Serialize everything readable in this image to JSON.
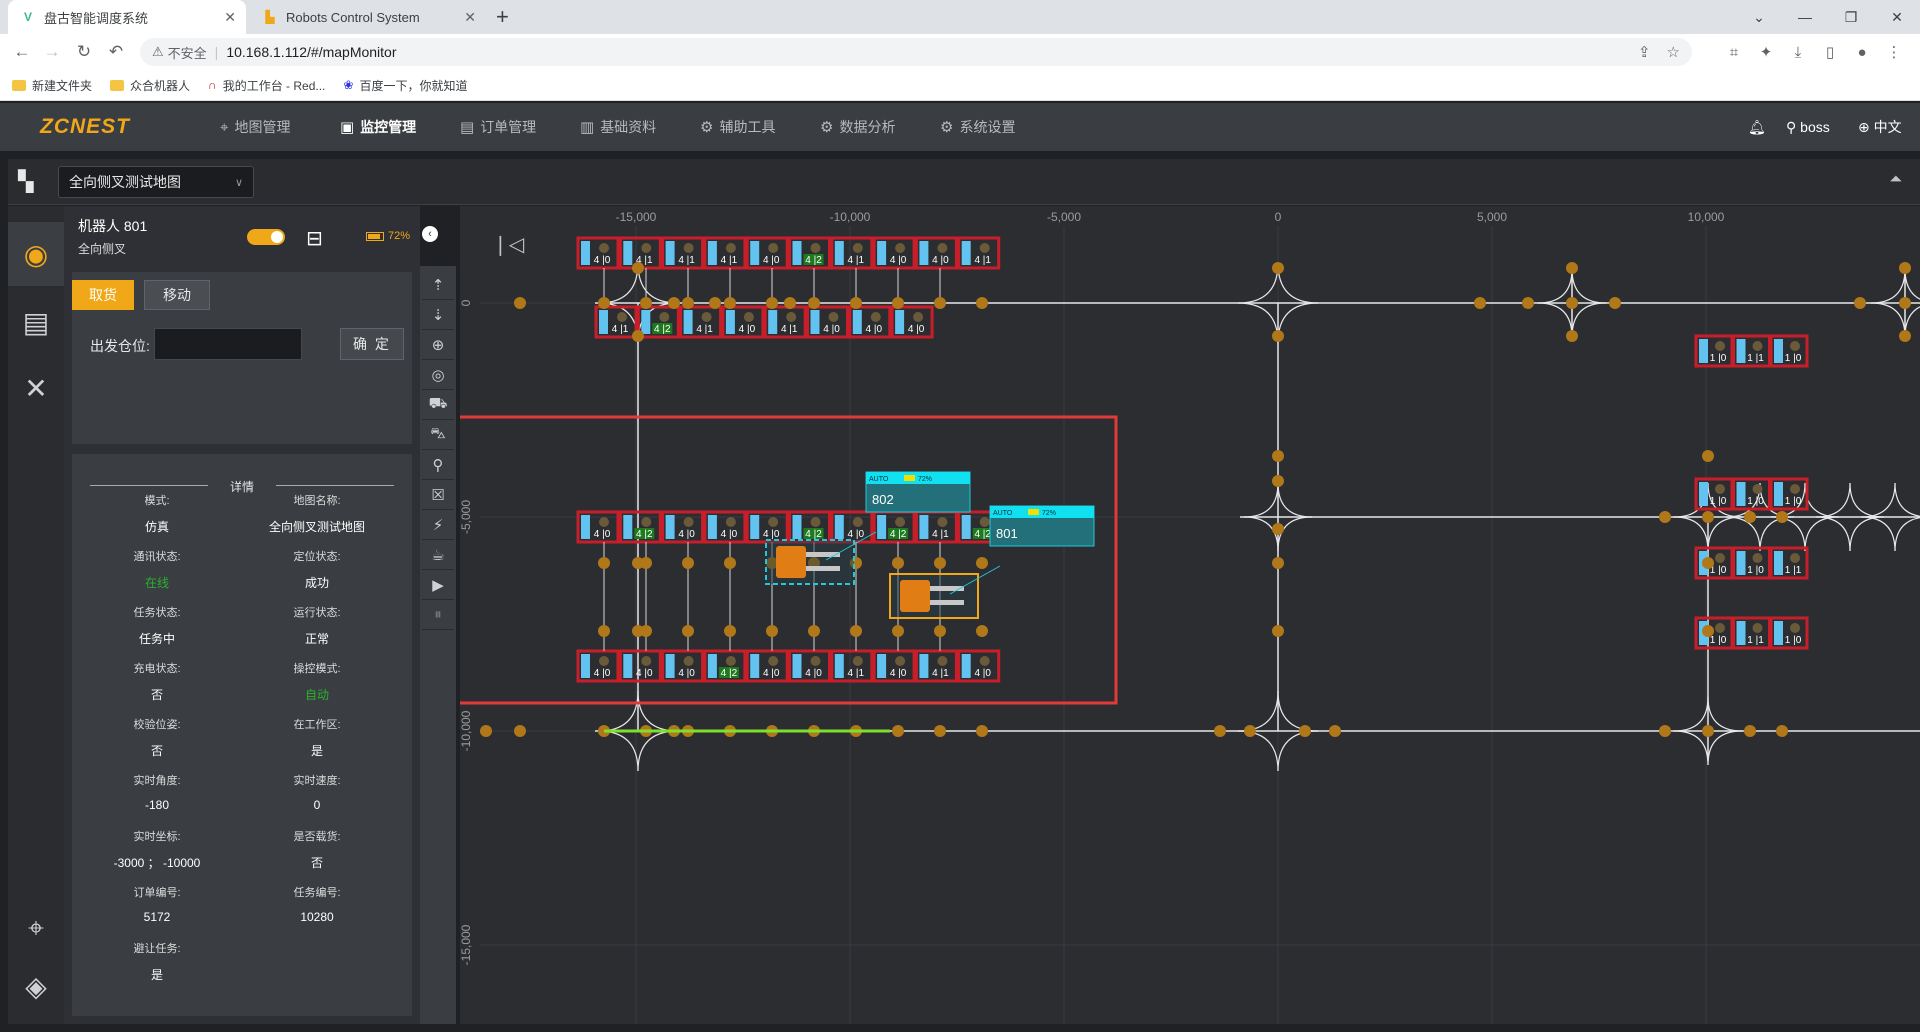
{
  "browser": {
    "tabs": [
      {
        "title": "盘古智能调度系统",
        "fav": "V",
        "active": true
      },
      {
        "title": "Robots Control System",
        "fav": "R",
        "active": false
      }
    ],
    "new_tab": "+",
    "url": "10.168.1.112/#/mapMonitor",
    "insecure_label": "不安全",
    "bookmarks": [
      "新建文件夹",
      "众合机器人",
      "我的工作台 - Red...",
      "百度一下，你就知道"
    ]
  },
  "app": {
    "logo": "ZCNEST",
    "nav": [
      {
        "label": "地图管理",
        "icon": "pin-icon",
        "glyph": "⌖"
      },
      {
        "label": "监控管理",
        "icon": "monitor-icon",
        "glyph": "▣",
        "active": true
      },
      {
        "label": "订单管理",
        "icon": "order-icon",
        "glyph": "▤"
      },
      {
        "label": "基础资料",
        "icon": "data-icon",
        "glyph": "▥"
      },
      {
        "label": "辅助工具",
        "icon": "gear-icon",
        "glyph": "⚙"
      },
      {
        "label": "数据分析",
        "icon": "gear-icon",
        "glyph": "⚙"
      },
      {
        "label": "系统设置",
        "icon": "gear-icon",
        "glyph": "⚙"
      }
    ],
    "user": "boss",
    "language": "中文",
    "accent": "#f0a818"
  },
  "map_select": {
    "value": "全向侧叉测试地图"
  },
  "robot": {
    "title": "机器人  801",
    "subtitle": "全向侧叉",
    "battery": "72%",
    "battery_level": 0.72,
    "enabled": true
  },
  "task": {
    "tab_pick": "取货",
    "tab_move": "移动",
    "start_label": "出发仓位:",
    "start_value": "",
    "confirm": "确 定"
  },
  "details": {
    "heading": "详情",
    "fields": [
      {
        "label": "模式:",
        "value": "仿真"
      },
      {
        "label": "地图名称:",
        "value": "全向侧叉测试地图"
      },
      {
        "label": "通讯状态:",
        "value": "在线",
        "green": true
      },
      {
        "label": "定位状态:",
        "value": "成功"
      },
      {
        "label": "任务状态:",
        "value": "任务中"
      },
      {
        "label": "运行状态:",
        "value": "正常"
      },
      {
        "label": "充电状态:",
        "value": "否"
      },
      {
        "label": "操控模式:",
        "value": "自动",
        "green": true
      },
      {
        "label": "校验位姿:",
        "value": "否"
      },
      {
        "label": "在工作区:",
        "value": "是"
      },
      {
        "label": "实时角度:",
        "value": "-180"
      },
      {
        "label": "实时速度:",
        "value": "0"
      },
      {
        "label": "实时坐标:",
        "value": "-3000 ； -10000"
      },
      {
        "label": "是否载货:",
        "value": "否"
      },
      {
        "label": "订单编号:",
        "value": "5172"
      },
      {
        "label": "任务编号:",
        "value": "10280"
      },
      {
        "label": "避让任务:",
        "value": "是"
      }
    ]
  },
  "map": {
    "x_ticks": [
      "-15,000",
      "-10,000",
      "-5,000",
      "0",
      "5,000",
      "10,000"
    ],
    "y_ticks": [
      "0",
      "-5,000",
      "-10,000",
      "-15,000"
    ],
    "robots": [
      {
        "id": "802",
        "status": "AUTO",
        "battery": "72%"
      },
      {
        "id": "801",
        "status": "AUTO",
        "battery": "72%"
      }
    ],
    "rack_rows": {
      "top1": [
        "4 |0",
        "4 |1",
        "4 |1",
        "4 |1",
        "4 |0",
        "4 |2",
        "4 |1",
        "4 |0",
        "4 |0",
        "4 |1"
      ],
      "top2": [
        "4 |1",
        "4 |2",
        "4 |1",
        "4 |0",
        "4 |1",
        "4 |0",
        "4 |0",
        "4 |0"
      ],
      "mid1": [
        "4 |0",
        "4 |2",
        "4 |0",
        "4 |0",
        "4 |0",
        "4 |2",
        "4 |0",
        "4 |2",
        "4 |1",
        "4 |2"
      ],
      "mid2": [
        "4 |0",
        "4 |0",
        "4 |0",
        "4 |2",
        "4 |0",
        "4 |0",
        "4 |1",
        "4 |0",
        "4 |1",
        "4 |0"
      ],
      "right_a": [
        "1 |0",
        "1 |1",
        "1 |0"
      ],
      "right_b": [
        "1 |0",
        "1 |0",
        "1 |0"
      ],
      "right_c": [
        "1 |0",
        "1 |0",
        "1 |1"
      ],
      "right_d": [
        "1 |0",
        "1 |1",
        "1 |0"
      ]
    }
  }
}
